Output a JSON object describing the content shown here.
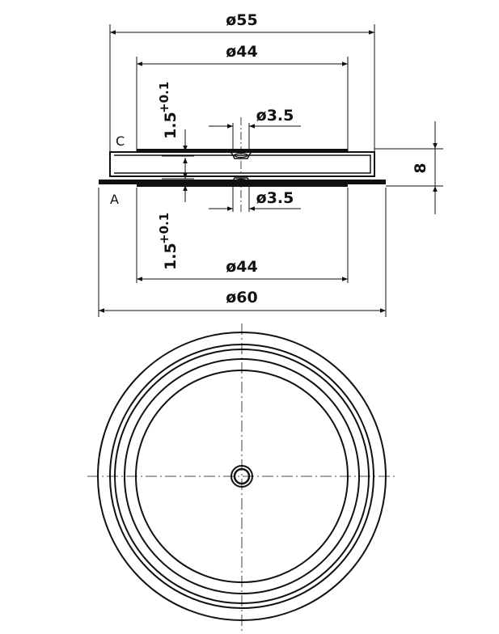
{
  "side_view": {
    "labels": {
      "cathode": "C",
      "anode": "A"
    },
    "dimensions": {
      "top_outer_diameter": "ø55",
      "top_inner_diameter": "ø44",
      "top_hole_diameter": "ø3.5",
      "top_recess_depth_value": "1.5",
      "top_recess_depth_tolerance": "+0.1",
      "height": "8",
      "bottom_hole_diameter": "ø3.5",
      "bottom_recess_depth_value": "1.5",
      "bottom_recess_depth_tolerance": "+0.1",
      "bottom_inner_diameter": "ø44",
      "bottom_outer_diameter": "ø60"
    }
  },
  "colors": {
    "line": "#111111",
    "background": "#ffffff"
  }
}
